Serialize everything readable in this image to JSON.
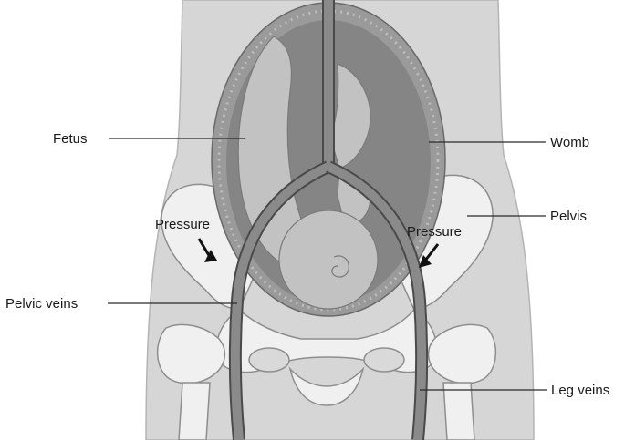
{
  "diagram": {
    "labels": {
      "fetus": "Fetus",
      "womb": "Womb",
      "pelvis": "Pelvis",
      "pressure_left": "Pressure",
      "pressure_right": "Pressure",
      "pelvic_veins": "Pelvic veins",
      "leg_veins": "Leg veins"
    }
  },
  "colors": {
    "body": "#d6d6d6",
    "body_edge": "#b4b4b4",
    "bone": "#f0f0f0",
    "bone_edge": "#8e8e8e",
    "womb_wall": "#9a9a9a",
    "womb_cavity": "#858585",
    "fetus": "#c2c2c2",
    "vein": "#8a8a8a",
    "vein_edge": "#4a4a4a",
    "text": "#1a1a1a"
  }
}
